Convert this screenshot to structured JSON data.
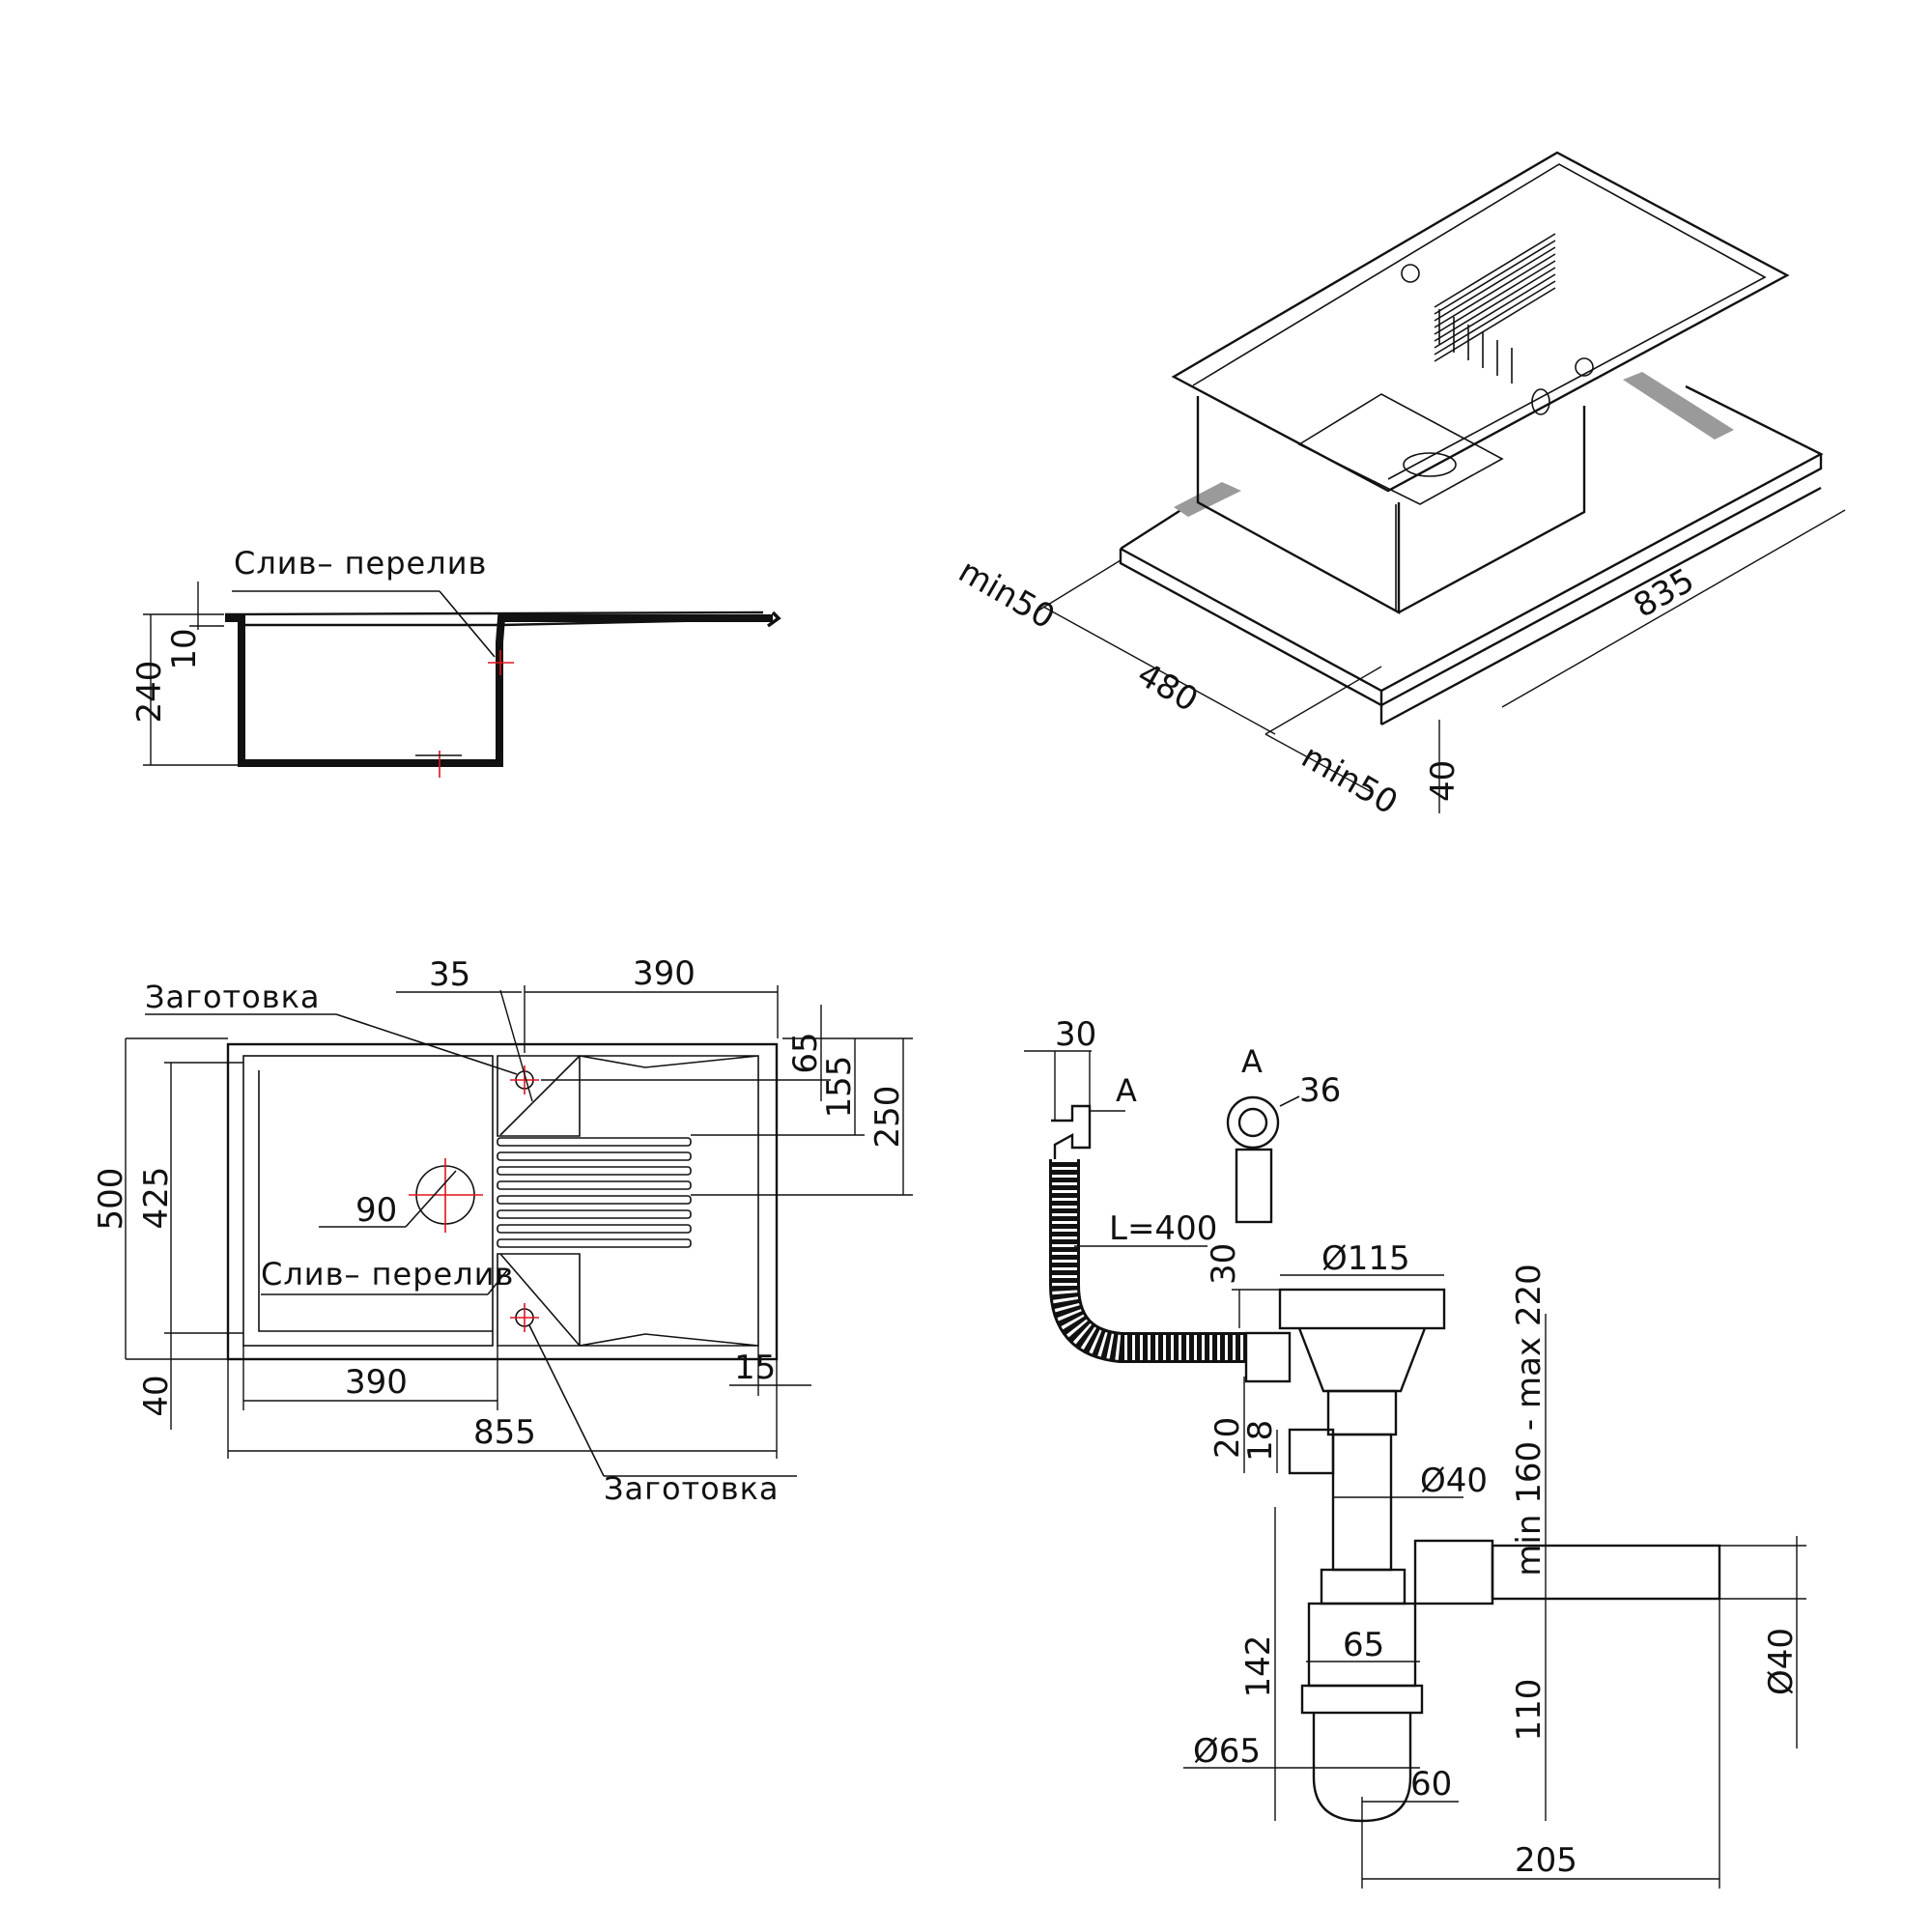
{
  "side_view": {
    "callout": "Слив– перелив",
    "dims": {
      "total_height": "240",
      "rim": "10"
    }
  },
  "iso_view": {
    "dims": {
      "min_left": "min50",
      "depth": "480",
      "length": "835",
      "min_right": "min50",
      "thickness": "40"
    }
  },
  "top_view": {
    "callouts": {
      "blank_top": "Заготовка",
      "blank_bottom": "Заготовка",
      "overflow": "Слив– перелив"
    },
    "dims": {
      "hole_offset": "35",
      "drainer_length": "390",
      "bowl_length": "390",
      "top_65": "65",
      "top_155": "155",
      "top_250": "250",
      "total_width": "500",
      "bowl_width": "425",
      "front_40": "40",
      "drain_dia": "90",
      "edge_15": "15",
      "total_length": "855"
    }
  },
  "siphon": {
    "labels": {
      "view_a": "A",
      "view_a_marker": "A"
    },
    "dims": {
      "overflow_head": "30",
      "overflow_nut": "36",
      "hose": "L=400",
      "d115": "Ø115",
      "h30": "30",
      "adjust": "min 160 - max 220",
      "h20": "20",
      "h18": "18",
      "d40": "Ø40",
      "h142": "142",
      "w65": "65",
      "d65": "Ø65",
      "w60": "60",
      "h110": "110",
      "d40_out": "Ø40",
      "w205": "205"
    }
  }
}
